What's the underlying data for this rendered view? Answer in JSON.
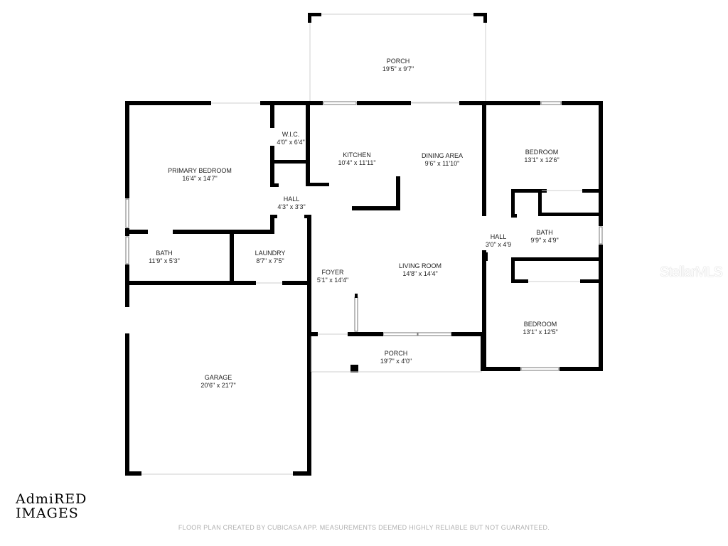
{
  "rooms": {
    "porch_back": {
      "name": "PORCH",
      "dim": "19'5\" x 9'7\""
    },
    "primary_bedroom": {
      "name": "PRIMARY BEDROOM",
      "dim": "16'4\" x 14'7\""
    },
    "wic": {
      "name": "W.I.C.",
      "dim": "4'0\" x 6'4\""
    },
    "hall_left": {
      "name": "HALL",
      "dim": "4'3\" x 3'3\""
    },
    "kitchen": {
      "name": "KITCHEN",
      "dim": "10'4\" x 11'11\""
    },
    "dining_area": {
      "name": "DINING AREA",
      "dim": "9'6\" x 11'10\""
    },
    "bedroom_top": {
      "name": "BEDROOM",
      "dim": "13'1\" x 12'6\""
    },
    "hall_right": {
      "name": "HALL",
      "dim": "3'0\" x 4'9"
    },
    "bath_right": {
      "name": "BATH",
      "dim": "9'9\" x 4'9\""
    },
    "bath_left": {
      "name": "BATH",
      "dim": "11'9\" x 5'3\""
    },
    "laundry": {
      "name": "LAUNDRY",
      "dim": "8'7\" x 7'5\""
    },
    "foyer": {
      "name": "FOYER",
      "dim": "5'1\" x 14'4\""
    },
    "living_room": {
      "name": "LIVING ROOM",
      "dim": "14'8\" x 14'4\""
    },
    "bedroom_bottom": {
      "name": "BEDROOM",
      "dim": "13'1\" x 12'5\""
    },
    "porch_front": {
      "name": "PORCH",
      "dim": "19'7\" x 4'0\""
    },
    "garage": {
      "name": "GARAGE",
      "dim": "20'6\" x 21'7\""
    }
  },
  "branding": {
    "logo_line1": "AdmiRED",
    "logo_line2": "IMAGES",
    "watermark": "StellarMLS"
  },
  "footer": {
    "disclaimer": "FLOOR PLAN CREATED BY CUBICASA APP. MEASUREMENTS DEEMED HIGHLY RELIABLE BUT NOT GUARANTEED."
  },
  "colors": {
    "wall": "#000000",
    "background": "#ffffff",
    "footer_text": "#b0b0b0"
  }
}
